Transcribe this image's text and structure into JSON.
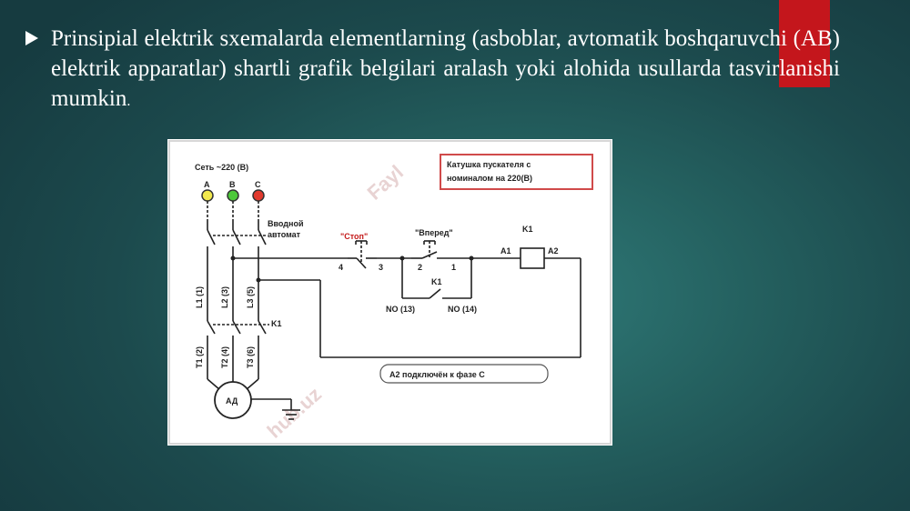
{
  "slide": {
    "bullet_text": "Prinsipial elektrik sxemalarda elementlarning (asboblar, avtomatik boshqaruvchi (AB) elektrik apparatlar) shartli grafik belgilari aralash yoki alohida usullarda tasvirlanishi mumkin",
    "bullet_end": "."
  },
  "diagram": {
    "network_label": "Сеть ~220 (В)",
    "phases": [
      "A",
      "B",
      "C"
    ],
    "phase_colors": [
      "#f2e94e",
      "#4dc83a",
      "#e23a2e"
    ],
    "input_breaker_label_1": "Вводной",
    "input_breaker_label_2": "автомат",
    "stop_label": "\"Стоп\"",
    "forward_label": "\"Вперед\"",
    "contactor_label": "K1",
    "stop_terminals": [
      "4",
      "3"
    ],
    "forward_terminals": [
      "2",
      "1"
    ],
    "coil_terminals": [
      "A1",
      "A2"
    ],
    "aux_contact_label": "K1",
    "no_labels": [
      "NO (13)",
      "NO (14)"
    ],
    "info_box_line_1": "Катушка пускателя с",
    "info_box_line_2": "номиналом на 220(В)",
    "line_labels": [
      "L1 (1)",
      "L2 (3)",
      "L3 (5)"
    ],
    "terminal_labels": [
      "T1 (2)",
      "T2 (4)",
      "T3 (6)"
    ],
    "k1_power_label": "K1",
    "motor_label": "АД",
    "note_label": "А2 подключён к фазе С",
    "watermark_top": "Fayl",
    "watermark_bottom": "hub.uz"
  },
  "colors": {
    "accent_red": "#c4161c"
  }
}
